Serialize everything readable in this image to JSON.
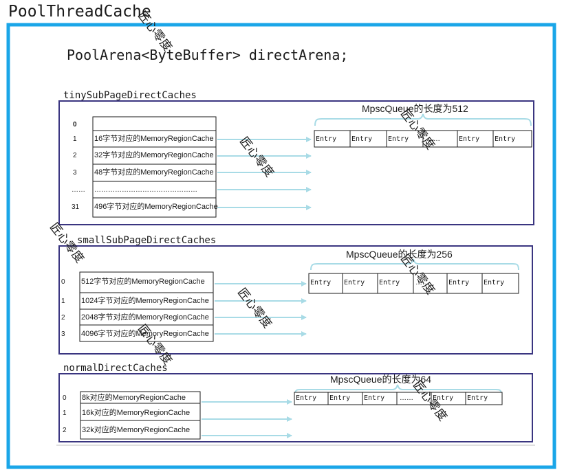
{
  "title": "PoolThreadCache",
  "declaration": "PoolArena<ByteBuffer> directArena;",
  "sections": [
    {
      "label": "tinySubPageDirectCaches",
      "queue_caption": "MpscQueue的长度为512",
      "rows": [
        {
          "index": "0",
          "text": ""
        },
        {
          "index": "1",
          "text": "16字节对应的MemoryRegionCache"
        },
        {
          "index": "2",
          "text": "32字节对应的MemoryRegionCache"
        },
        {
          "index": "3",
          "text": "48字节对应的MemoryRegionCache"
        },
        {
          "index": "……",
          "text": "………………………………………"
        },
        {
          "index": "31",
          "text": "496字节对应的MemoryRegionCache"
        }
      ],
      "entries": [
        "Entry",
        "Entry",
        "Entry",
        "……",
        "Entry",
        "Entry"
      ]
    },
    {
      "label": "smallSubPageDirectCaches",
      "queue_caption": "MpscQueue的长度为256",
      "rows": [
        {
          "index": "0",
          "text": "512字节对应的MemoryRegionCache"
        },
        {
          "index": "1",
          "text": "1024字节对应的MemoryRegionCache"
        },
        {
          "index": "2",
          "text": "2048字节对应的MemoryRegionCache"
        },
        {
          "index": "3",
          "text": "4096字节对应的MemoryRegionCache"
        }
      ],
      "entries": [
        "Entry",
        "Entry",
        "Entry",
        "……",
        "Entry",
        "Entry"
      ]
    },
    {
      "label": "normalDirectCaches",
      "queue_caption": "MpscQueue的长度为64",
      "rows": [
        {
          "index": "0",
          "text": "8k对应的MemoryRegionCache"
        },
        {
          "index": "1",
          "text": "16k对应的MemoryRegionCache"
        },
        {
          "index": "2",
          "text": "32k对应的MemoryRegionCache"
        }
      ],
      "entries": [
        "Entry",
        "Entry",
        "Entry",
        "……",
        "Entry",
        "Entry"
      ]
    }
  ],
  "watermark": "匠心零度",
  "colors": {
    "outer_border": "#1aa6e8",
    "section_border": "#3a3580",
    "arrow": "#a8dbe6",
    "brace": "#a8dbe6",
    "text": "#1a1a1a"
  }
}
